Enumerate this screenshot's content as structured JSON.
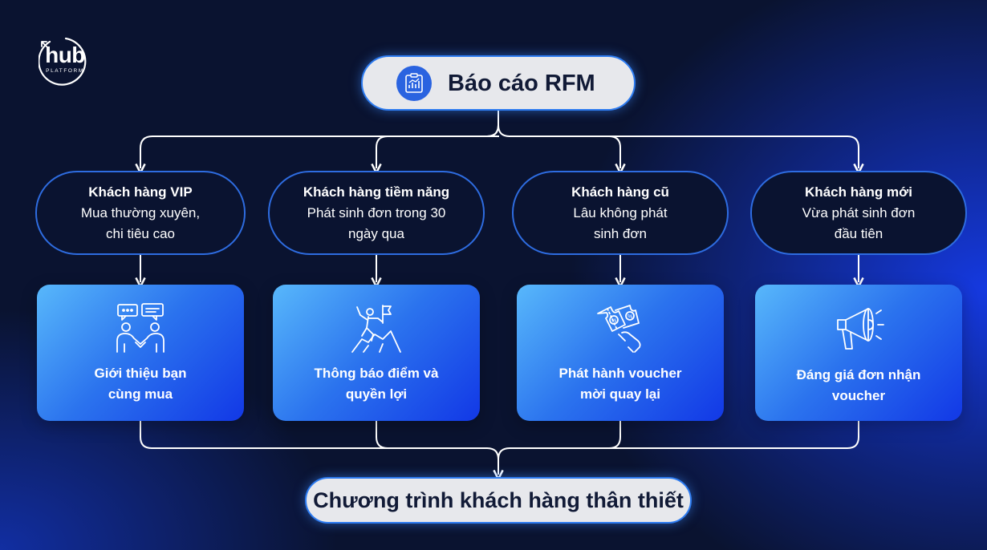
{
  "logo": {
    "word": "hub",
    "sub": "PLATFORM"
  },
  "top": {
    "title": "Báo cáo RFM",
    "icon": "report-chart-icon"
  },
  "bottom": {
    "title": "Chương trình khách hàng thân thiết"
  },
  "segments": [
    {
      "name": "Khách hàng VIP",
      "desc": "Mua thường xuyên, chi tiêu cao"
    },
    {
      "name": "Khách hàng tiềm năng",
      "desc": "Phát sinh đơn trong 30 ngày qua"
    },
    {
      "name": "Khách hàng cũ",
      "desc": "Lâu không phát sinh đơn"
    },
    {
      "name": "Khách hàng mới",
      "desc": "Vừa phát sinh đơn đầu tiên"
    }
  ],
  "actions": [
    {
      "label": "Giới thiệu bạn cùng mua",
      "icon": "handshake-chat-icon"
    },
    {
      "label": "Thông báo điểm và quyền lợi",
      "icon": "climber-flag-icon"
    },
    {
      "label": "Phát hành voucher mời quay lại",
      "icon": "voucher-hand-icon"
    },
    {
      "label": "Đáng giá đơn nhận voucher",
      "icon": "megaphone-icon"
    }
  ],
  "colors": {
    "background": "#0a1330",
    "accent_blue": "#2e6ce0",
    "pill_fill": "#e7e8ec",
    "card_gradient_start": "#58b8fb",
    "card_gradient_end": "#1238e6"
  }
}
